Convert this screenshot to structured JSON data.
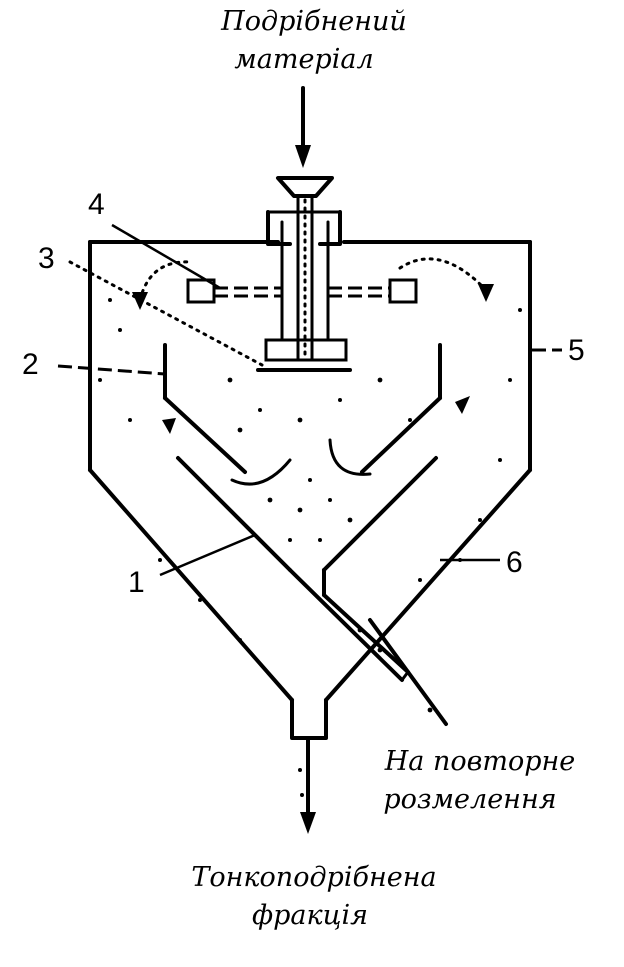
{
  "inlet_label_line1": "Подрібнений",
  "inlet_label_line2": "матеріал",
  "regrind_label_line1": "На повторне",
  "regrind_label_line2": "розмелення",
  "fine_label_line1": "Тонкоподрібнена",
  "fine_label_line2": "фракція",
  "part_labels": {
    "p1": "1",
    "p2": "2",
    "p3": "3",
    "p4": "4",
    "p5": "5",
    "p6": "6"
  }
}
